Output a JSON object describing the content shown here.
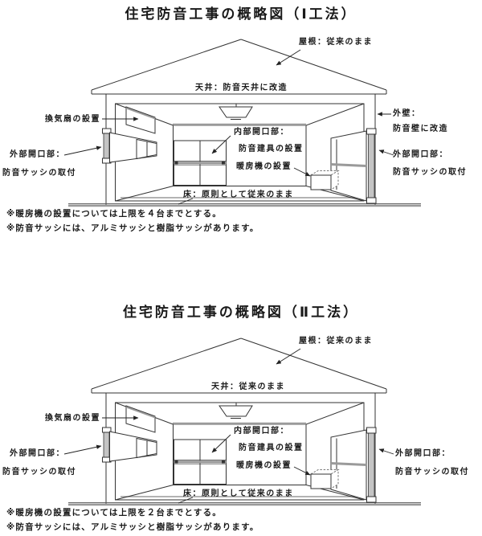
{
  "colors": {
    "ink": "#1a1a1a",
    "line": "#333333",
    "shade": "#9a9a9a"
  },
  "diagram1": {
    "title": "住宅防音工事の概略図（Ⅰ工法）",
    "labels": {
      "roof": "屋根：従来のまま",
      "ceiling": "天井：防音天井に改造",
      "vent_fan": "換気扇の設置",
      "ext_opening_left_1": "外部開口部：",
      "ext_opening_left_2": "防音サッシの取付",
      "int_opening_1": "内部開口部：",
      "int_opening_2": "防音建具の設置",
      "heater": "暖房機の設置",
      "floor": "床：原則として従来のまま",
      "ext_wall_1": "外壁：",
      "ext_wall_2": "防音壁に改造",
      "ext_opening_right_1": "外部開口部：",
      "ext_opening_right_2": "防音サッシの取付"
    },
    "notes": [
      "※暖房機の設置については上限を４台までとする。",
      "※防音サッシには、アルミサッシと樹脂サッシがあります。"
    ]
  },
  "diagram2": {
    "title": "住宅防音工事の概略図（Ⅱ工法）",
    "labels": {
      "roof": "屋根：従来のまま",
      "ceiling": "天井：従来のまま",
      "vent_fan": "換気扇の設置",
      "ext_opening_left_1": "外部開口部：",
      "ext_opening_left_2": "防音サッシの取付",
      "int_opening_1": "内部開口部：",
      "int_opening_2": "防音建具の設置",
      "heater": "暖房機の設置",
      "floor": "床：原則として従来のまま",
      "ext_opening_right_1": "外部開口部：",
      "ext_opening_right_2": "防音サッシの取付"
    },
    "notes": [
      "※暖房機の設置については上限を２台までとする。",
      "※防音サッシには、アルミサッシと樹脂サッシがあります。"
    ]
  }
}
